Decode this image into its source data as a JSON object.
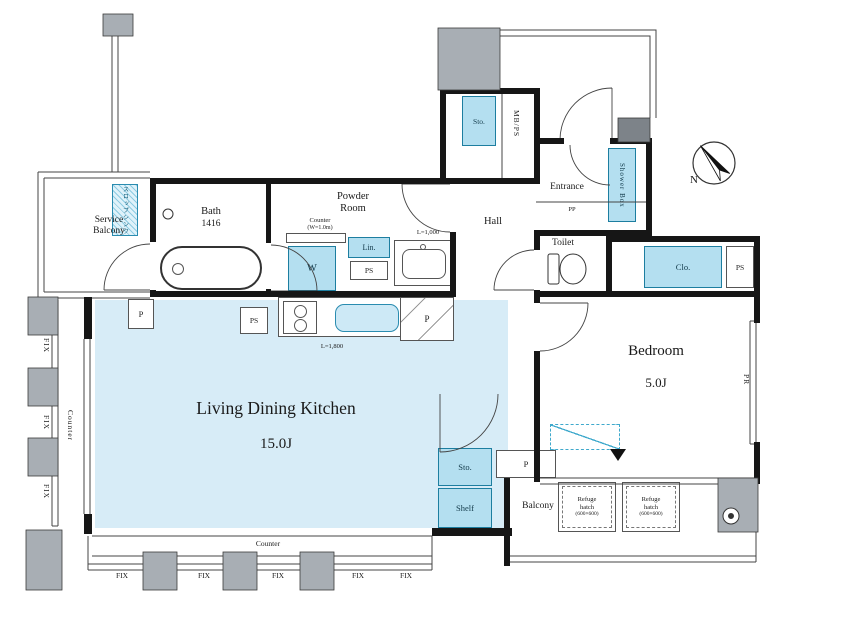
{
  "colors": {
    "wall": "#161616",
    "column": "#a8aeb4",
    "ldk_fill": "#d7ecf7",
    "fixture_fill": "#b4dff0",
    "fixture_line": "#1d7ea0",
    "dashed_accent": "#3fa9cc"
  },
  "rooms": {
    "ldk": {
      "name": "Living Dining Kitchen",
      "size": "15.0J"
    },
    "bedroom": {
      "name": "Bedroom",
      "size": "5.0J"
    },
    "bath": {
      "name": "Bath",
      "size": "1416"
    },
    "powder_room": {
      "line1": "Powder",
      "line2": "Room"
    },
    "hall": {
      "name": "Hall"
    },
    "entrance": {
      "name": "Entrance"
    },
    "toilet": {
      "name": "Toilet"
    },
    "service_balcony": {
      "line1": "Service",
      "line2": "Balcony"
    },
    "balcony": {
      "name": "Balcony"
    }
  },
  "fixtures": {
    "storage_top": "Sto.",
    "mb_ps": "MB/PS",
    "shower_box": "Shower Box",
    "slop_sink": "スロップシンク",
    "washer": "W",
    "counter_powder": "Counter",
    "counter_powder_dim": "(W=1.0m)",
    "linen": "Lin.",
    "ps_powder": "PS",
    "opening_powder": "L=1,000",
    "pp": "PP",
    "closet": "Clo.",
    "ps_bedroom": "PS",
    "pipe_left": "P",
    "ps_kitchen": "PS",
    "opening_kitchen": "L=1,800",
    "pantry": "P",
    "pipe_shaft_right": "PR",
    "storage_bottom": "Sto.",
    "shelf": "Shelf",
    "pipe_balcony": "P",
    "counter_left": "Counter",
    "counter_bottom": "Counter",
    "window_fix": "FIX",
    "refuge_hatch_line1": "Refuge",
    "refuge_hatch_line2": "hatch",
    "refuge_hatch_dim": "(600×600)"
  },
  "compass": {
    "north": "N"
  }
}
